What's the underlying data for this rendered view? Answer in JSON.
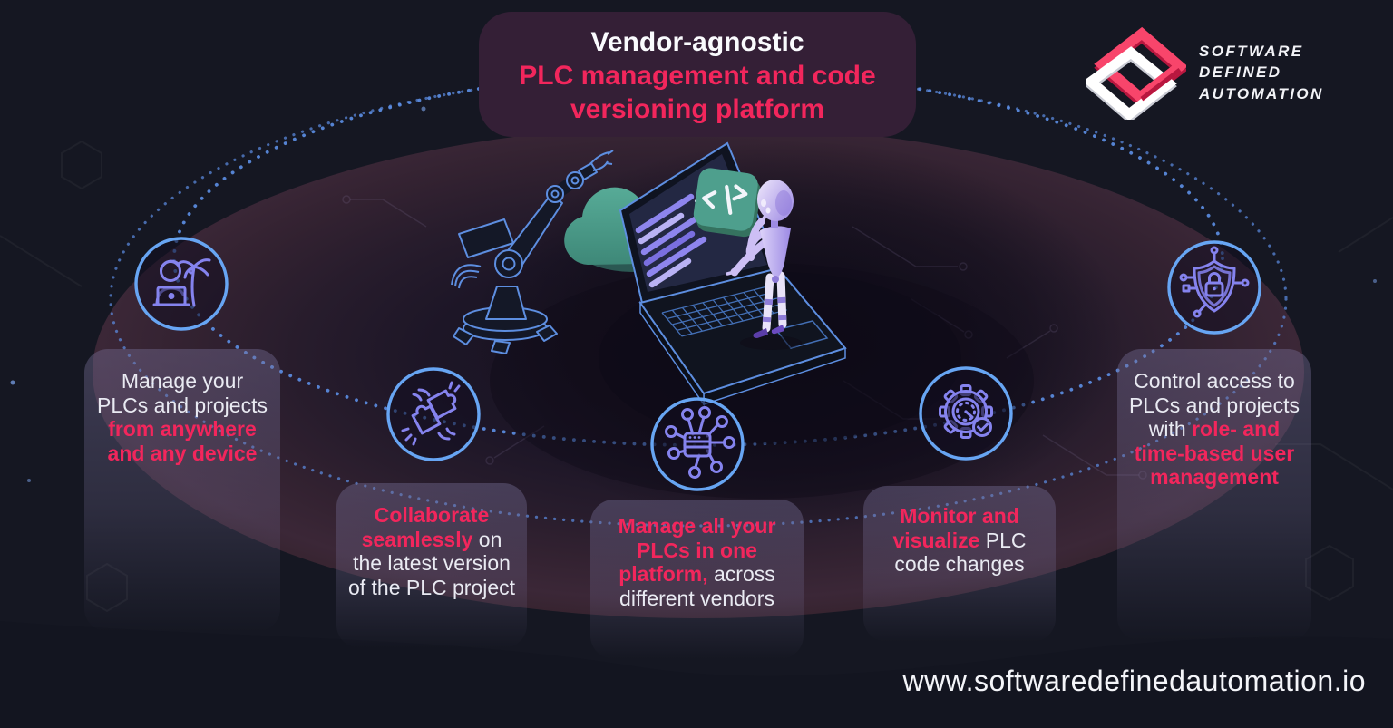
{
  "title": {
    "line1": "Vendor-agnostic",
    "line2": "PLC management and code versioning platform"
  },
  "logo": {
    "line1": "SOFTWARE",
    "line2": "DEFINED",
    "line3": "AUTOMATION"
  },
  "features": [
    {
      "icon": "remote-work-icon",
      "segments": [
        {
          "t": "Manage your PLCs and projects ",
          "c": "white"
        },
        {
          "t": "from anywhere and any device",
          "c": "pink"
        }
      ]
    },
    {
      "icon": "collaboration-puzzle-icon",
      "segments": [
        {
          "t": "Collaborate seamlessly",
          "c": "pink"
        },
        {
          "t": " on the latest version of the PLC project",
          "c": "white"
        }
      ]
    },
    {
      "icon": "plc-hub-icon",
      "segments": [
        {
          "t": "Manage all your PLCs in one platform,",
          "c": "pink"
        },
        {
          "t": " across different vendors",
          "c": "white"
        }
      ]
    },
    {
      "icon": "monitor-gear-icon",
      "segments": [
        {
          "t": "Monitor and visualize",
          "c": "pink"
        },
        {
          "t": " PLC code changes",
          "c": "white"
        }
      ]
    },
    {
      "icon": "shield-lock-icon",
      "segments": [
        {
          "t": "Control access to PLCs and projects with ",
          "c": "white"
        },
        {
          "t": "role- and time-based user management",
          "c": "pink"
        }
      ]
    }
  ],
  "url": "www.softwaredefinedautomation.io",
  "colors": {
    "accent_pink": "#F2265C",
    "background_navy": "#151722",
    "platform_plum": "#3B2737",
    "title_card_bg": "#341F36",
    "icon_blue": "#67A5F3",
    "glyph_violet": "#8583EE",
    "teal": "#4E9F8D"
  }
}
